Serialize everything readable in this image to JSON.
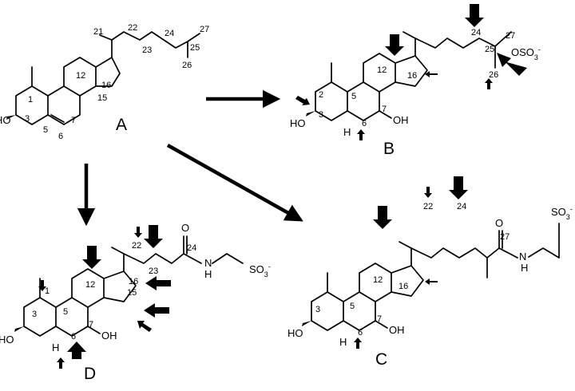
{
  "structures": [
    {
      "label": "A",
      "substituent": "HO",
      "numbers": [
        "1",
        "3",
        "5",
        "6",
        "7",
        "12",
        "15",
        "16",
        "21",
        "22",
        "23",
        "24",
        "25",
        "26",
        "27"
      ]
    },
    {
      "label": "B",
      "substituents": [
        "HO",
        "H",
        "OH",
        "OSO3-"
      ],
      "numbers": [
        "2",
        "3",
        "5",
        "6",
        "7",
        "12",
        "16",
        "24",
        "25",
        "26",
        "27"
      ]
    },
    {
      "label": "C",
      "substituents": [
        "HO",
        "H",
        "OH",
        "O",
        "N",
        "H",
        "SO3-"
      ],
      "numbers": [
        "3",
        "5",
        "6",
        "7",
        "12",
        "16",
        "22",
        "24",
        "27"
      ]
    },
    {
      "label": "D",
      "substituents": [
        "HO",
        "H",
        "OH",
        "O",
        "N",
        "H",
        "SO3-"
      ],
      "numbers": [
        "1",
        "3",
        "5",
        "6",
        "7",
        "12",
        "15",
        "16",
        "22",
        "23",
        "24"
      ]
    }
  ],
  "reaction_arrows": [
    "A-to-B",
    "A-to-C",
    "A-to-D"
  ]
}
